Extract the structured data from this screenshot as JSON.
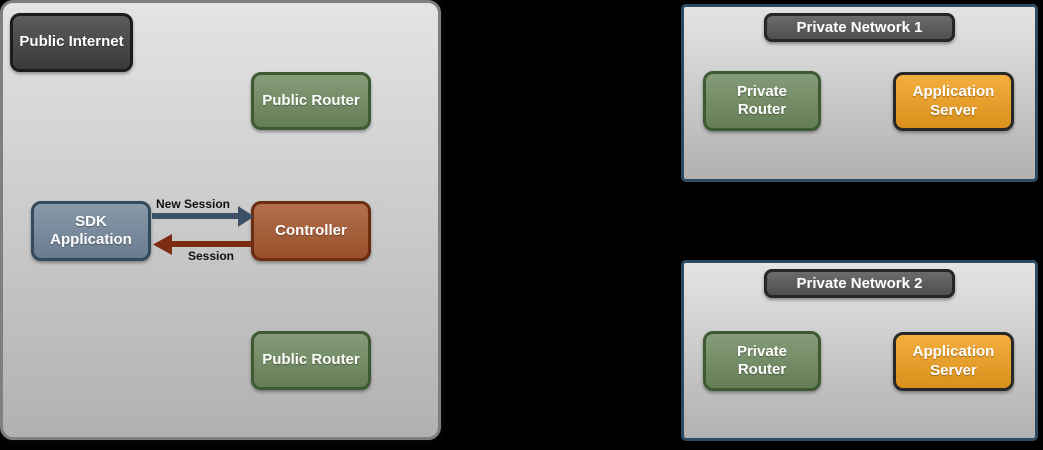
{
  "colors": {
    "background": "#000000",
    "zone_fill_light": "#e4e4e4",
    "zone_fill_dark": "#b1b1b1",
    "public_zone_border": "#7f7f7f",
    "private_zone_border": "#2e4a60",
    "internet_fill": "#414141",
    "internet_border": "#1c1c1c",
    "label_fill": "#575757",
    "label_border": "#262626",
    "green_fill": "#708c61",
    "green_border": "#3e5a33",
    "blue_fill": "#75899d",
    "blue_border": "#33495e",
    "rust_fill": "#a8592f",
    "rust_border": "#6b2c10",
    "orange_fill": "#f2a11f",
    "orange_border": "#282828",
    "arrow_blue": "#3d5166",
    "arrow_red": "#7d2c12",
    "node_text": "#ffffff",
    "arrow_label_text": "#111111"
  },
  "main_zone": {
    "internet": "Public Internet",
    "router_top": "Public Router",
    "sdk_app": "SDK Application",
    "controller": "Controller",
    "router_bottom": "Public Router",
    "arrow_new_session_label": "New Session",
    "arrow_session_label": "Session"
  },
  "network1": {
    "title": "Private Network 1",
    "router": "Private Router",
    "server": "Application Server"
  },
  "network2": {
    "title": "Private Network 2",
    "router": "Private Router",
    "server": "Application Server"
  }
}
